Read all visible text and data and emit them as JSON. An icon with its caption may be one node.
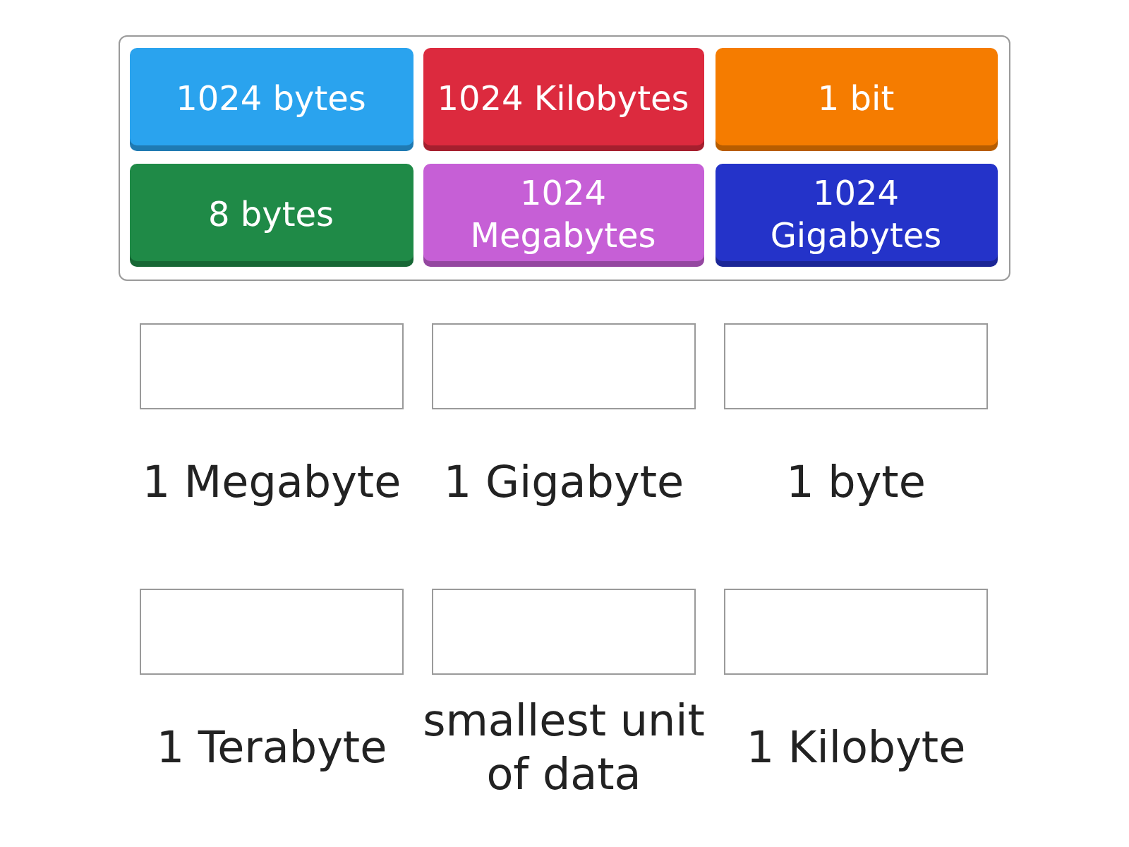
{
  "diagram": {
    "nodes": [
      {
        "text": [],
        "shape": "box"
      },
      {
        "text": [
          "1024 bytes"
        ],
        "in": 0
      },
      {
        "text": [
          "1024 Kilobytes"
        ],
        "in": 0
      },
      {
        "text": [
          "1 bit"
        ],
        "in": 0
      },
      {
        "text": [
          "8 bytes"
        ],
        "in": 0
      },
      {
        "text": [
          "1024 Megabytes"
        ],
        "in": 0
      },
      {
        "text": [
          "1024 Gigabytes"
        ],
        "in": 0
      },
      {
        "text": [],
        "shape": "box",
        "beside": [
          "1 Megabyte"
        ]
      },
      {
        "text": [],
        "shape": "box",
        "beside": [
          "1 Gigabyte"
        ]
      },
      {
        "text": [],
        "shape": "box",
        "beside": [
          "1 byte"
        ]
      },
      {
        "text": [],
        "shape": "box",
        "beside": [
          "1 Terabyte"
        ]
      },
      {
        "text": [],
        "shape": "box",
        "beside": [
          "smallest unit of data"
        ]
      },
      {
        "text": [],
        "shape": "box",
        "beside": [
          "1 Kilobyte"
        ]
      }
    ]
  }
}
